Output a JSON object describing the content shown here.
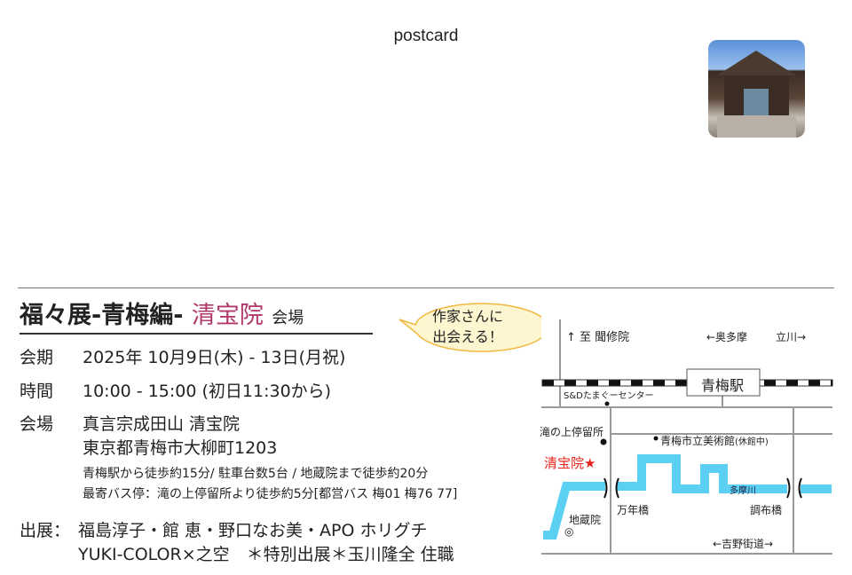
{
  "header": {
    "title": "postcard"
  },
  "event": {
    "title_main": "福々展-青梅編-",
    "title_venue": "清宝院",
    "title_suffix": "会場",
    "bubble": "作家さんに出会える！",
    "period_label": "会期",
    "period": "2025年 10月9日(木) - 13日(月祝)",
    "time_label": "時間",
    "time": "10:00 - 15:00 (初日11:30から)",
    "venue_label": "会場",
    "venue_name": "真言宗成田山 清宝院",
    "venue_address": "東京都青梅市大柳町1203",
    "access1": "青梅駅から徒歩約15分/ 駐車台数5台 / 地蔵院まで徒歩約20分",
    "access2": "最寄バス停：滝の上停留所より徒歩約5分[都営バス 梅01 梅76 77]",
    "exhibitors_label": "出展：",
    "exhibitors1": "福島淳子・館 恵・野口なお美・APO ホリグチ",
    "exhibitors2": "YUKI-COLOR×之空　＊特別出展＊玉川隆全 住職"
  },
  "map": {
    "to_monshuin": "↑ 至 聞修院",
    "okutama": "←奥多摩",
    "tachikawa": "立川→",
    "station": "青梅駅",
    "center": "S&Dたまぐーセンター",
    "bus_stop": "滝の上停留所",
    "museum": "青梅市立美術館",
    "museum_note": "(休館中)",
    "temple": "清宝院",
    "star": "★",
    "river": "多摩川",
    "bridge1": "万年橋",
    "bridge2": "調布橋",
    "jizoin": "地蔵院",
    "jizo_mark": "◎",
    "road": "←吉野街道→"
  },
  "colors": {
    "accent": "#b0386a",
    "river": "#5bd0f2",
    "star": "#e8241c",
    "bubble_fill": "#fdf6d0",
    "bubble_stroke": "#f0b840"
  }
}
